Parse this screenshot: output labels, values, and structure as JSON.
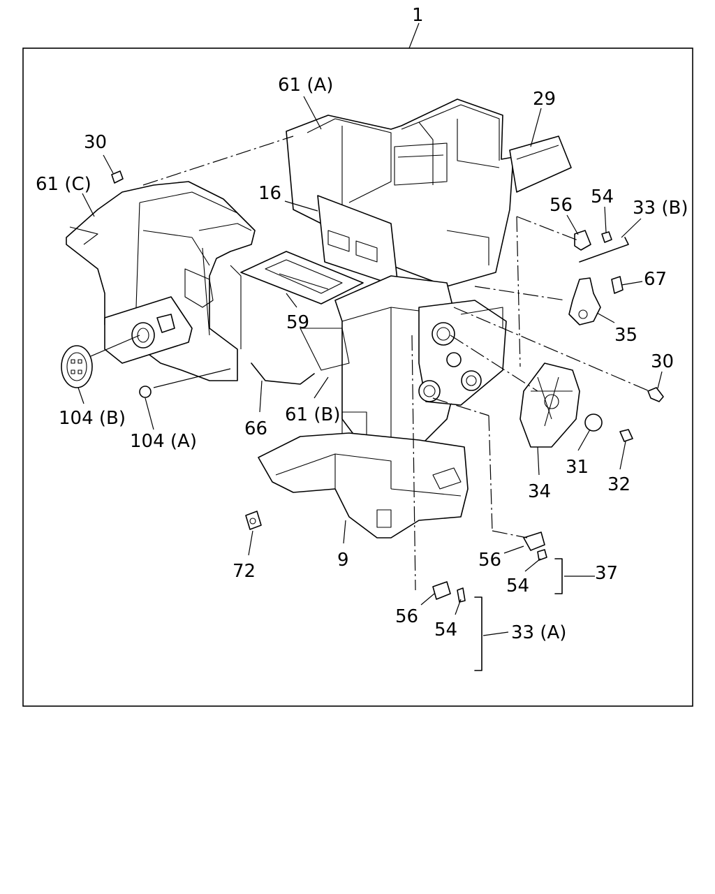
{
  "diagram": {
    "assembly_callout": "1",
    "callouts": [
      {
        "id": "c61a",
        "text": "61 (A)"
      },
      {
        "id": "c29",
        "text": "29"
      },
      {
        "id": "c30a",
        "text": "30"
      },
      {
        "id": "c61c",
        "text": "61 (C)"
      },
      {
        "id": "c16",
        "text": "16"
      },
      {
        "id": "c56a",
        "text": "56"
      },
      {
        "id": "c54a",
        "text": "54"
      },
      {
        "id": "c33b",
        "text": "33 (B)"
      },
      {
        "id": "c67",
        "text": "67"
      },
      {
        "id": "c35",
        "text": "35"
      },
      {
        "id": "c59",
        "text": "59"
      },
      {
        "id": "c30b",
        "text": "30"
      },
      {
        "id": "c104b",
        "text": "104 (B)"
      },
      {
        "id": "c104a",
        "text": "104 (A)"
      },
      {
        "id": "c66",
        "text": "66"
      },
      {
        "id": "c61b",
        "text": "61 (B)"
      },
      {
        "id": "c31",
        "text": "31"
      },
      {
        "id": "c32",
        "text": "32"
      },
      {
        "id": "c34",
        "text": "34"
      },
      {
        "id": "c72",
        "text": "72"
      },
      {
        "id": "c9",
        "text": "9"
      },
      {
        "id": "c56b",
        "text": "56"
      },
      {
        "id": "c37",
        "text": "37"
      },
      {
        "id": "c54b",
        "text": "54"
      },
      {
        "id": "c56c",
        "text": "56"
      },
      {
        "id": "c54c",
        "text": "54"
      },
      {
        "id": "c33a",
        "text": "33 (A)"
      }
    ]
  }
}
